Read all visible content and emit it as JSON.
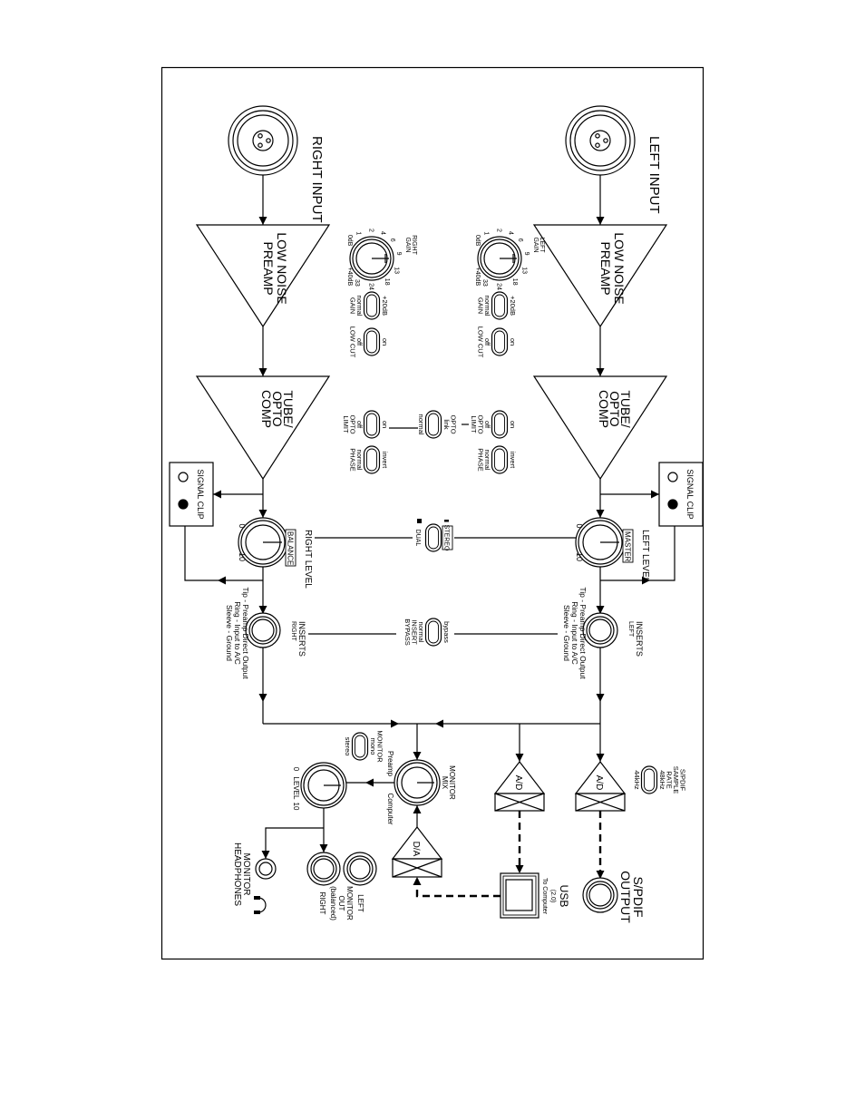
{
  "channels": {
    "left": {
      "input_label": "LEFT INPUT",
      "gain_label": [
        "LEFT",
        "GAIN"
      ],
      "level_label": "LEFT LEVEL",
      "level_sub": "MASTER",
      "inserts_label": "INSERTS",
      "inserts_sub": "LEFT"
    },
    "right": {
      "input_label": "RIGHT INPUT",
      "gain_label": [
        "RIGHT",
        "GAIN"
      ],
      "level_label": "RIGHT LEVEL",
      "level_sub": "BALANCE",
      "inserts_label": "INSERTS",
      "inserts_sub": "RIGHT"
    }
  },
  "preamp_label": [
    "LOW NOISE",
    "PREAMP"
  ],
  "comp_label": [
    "TUBE/",
    "OPTO",
    "COMP"
  ],
  "signal_clip": "SIGNAL CLIP",
  "gain_scale": [
    "0dB",
    "1",
    "2",
    "4",
    "6",
    "9",
    "13",
    "18",
    "24",
    "33",
    "+40dB"
  ],
  "level_scale": [
    "0",
    "10"
  ],
  "switches": {
    "gain_boost": {
      "on": [
        "+20dB"
      ],
      "off": [
        "normal",
        "GAIN"
      ]
    },
    "low_cut": {
      "on": [
        "on"
      ],
      "off": [
        "off",
        "LOW CUT"
      ]
    },
    "opto_limit": {
      "on": [
        "on"
      ],
      "off": [
        "off",
        "OPTO",
        "LIMIT"
      ]
    },
    "phase": {
      "on": [
        "invert"
      ],
      "off": [
        "normal",
        "PHASE"
      ]
    },
    "opto_link": {
      "on": [
        "OPTO",
        "link"
      ],
      "off": [
        "normal"
      ]
    },
    "stereo_dual": {
      "on": "STEREO",
      "off": "DUAL"
    },
    "insert_bypass": {
      "on": [
        "bypass"
      ],
      "off": [
        "normal",
        "INSERT",
        "BYPASS"
      ]
    },
    "monitor_mode": {
      "on": [
        "MONITOR",
        "mono"
      ],
      "off": [
        "stereo"
      ]
    },
    "sample_rate": {
      "on": [
        "S/PDIF",
        "SAMPLE",
        "RATE",
        "48kHz"
      ],
      "off": [
        "44kHz"
      ]
    }
  },
  "insert_wiring": [
    "Tip - Preamp Direct Output",
    "Ring - Input to A/C",
    "Sleeve - Ground"
  ],
  "converters": {
    "ad": "A/D",
    "da": "D/A"
  },
  "spdif_output": [
    "S/PDIF",
    "OUTPUT"
  ],
  "usb": [
    "USB",
    "(2.0)",
    "To Computer"
  ],
  "monitor_mix": {
    "label": [
      "MONITOR",
      "MIX"
    ],
    "left": "Preamp",
    "right": "Computer"
  },
  "monitor_level": {
    "label": "LEVEL",
    "min": "0",
    "max": "10"
  },
  "monitor_out": [
    "LEFT",
    "MONITOR",
    "OUT",
    "(balanced)",
    "RIGHT"
  ],
  "headphones": [
    "MONITOR",
    "HEADPHONES"
  ]
}
